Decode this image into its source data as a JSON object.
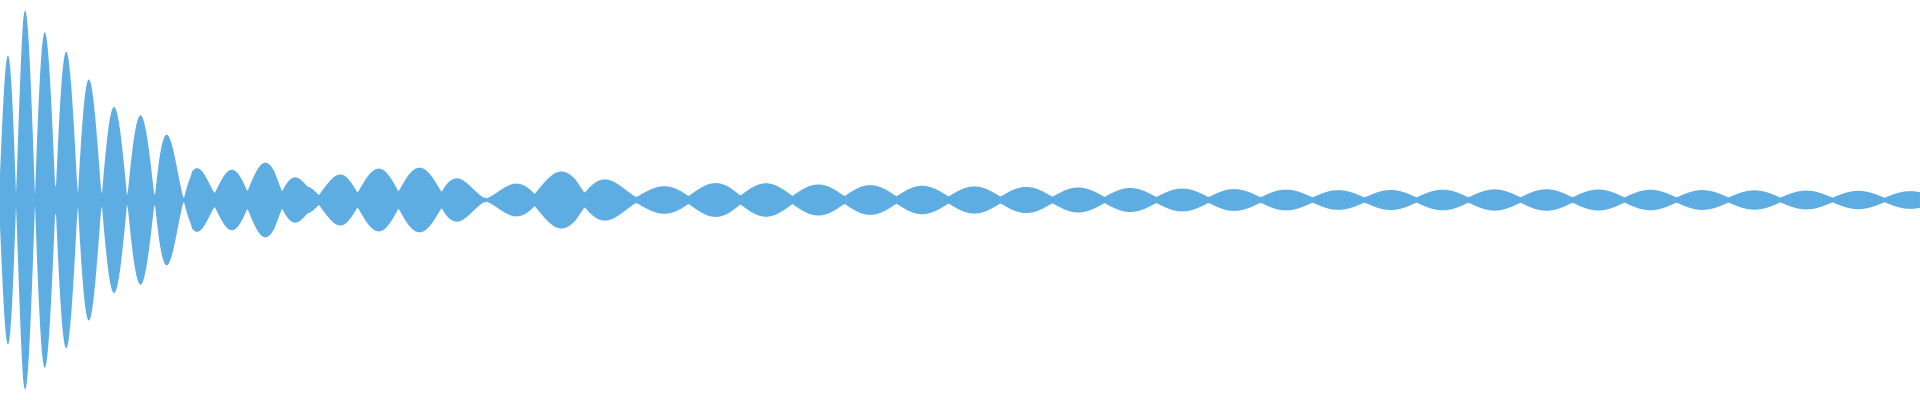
{
  "waveform": {
    "color": "#5DACE2",
    "background": "#FFFFFF",
    "amplitude_envelope": [
      {
        "t": 0.0,
        "amp": 0.62
      },
      {
        "t": 0.012,
        "amp": 0.98
      },
      {
        "t": 0.025,
        "amp": 0.84
      },
      {
        "t": 0.04,
        "amp": 0.71
      },
      {
        "t": 0.055,
        "amp": 0.49
      },
      {
        "t": 0.07,
        "amp": 0.44
      },
      {
        "t": 0.083,
        "amp": 0.41
      },
      {
        "t": 0.095,
        "amp": 0.2
      },
      {
        "t": 0.11,
        "amp": 0.13
      },
      {
        "t": 0.127,
        "amp": 0.17
      },
      {
        "t": 0.143,
        "amp": 0.2
      },
      {
        "t": 0.16,
        "amp": 0.08
      },
      {
        "t": 0.18,
        "amp": 0.14
      },
      {
        "t": 0.205,
        "amp": 0.17
      },
      {
        "t": 0.232,
        "amp": 0.16
      },
      {
        "t": 0.252,
        "amp": 0.03
      },
      {
        "t": 0.278,
        "amp": 0.12
      },
      {
        "t": 0.3,
        "amp": 0.16
      },
      {
        "t": 0.33,
        "amp": 0.06
      },
      {
        "t": 0.36,
        "amp": 0.08
      },
      {
        "t": 0.38,
        "amp": 0.09
      },
      {
        "t": 0.42,
        "amp": 0.08
      },
      {
        "t": 0.5,
        "amp": 0.07
      },
      {
        "t": 0.6,
        "amp": 0.06
      },
      {
        "t": 0.7,
        "amp": 0.05
      },
      {
        "t": 0.8,
        "amp": 0.055
      },
      {
        "t": 0.9,
        "amp": 0.05
      },
      {
        "t": 1.0,
        "amp": 0.045
      }
    ]
  }
}
